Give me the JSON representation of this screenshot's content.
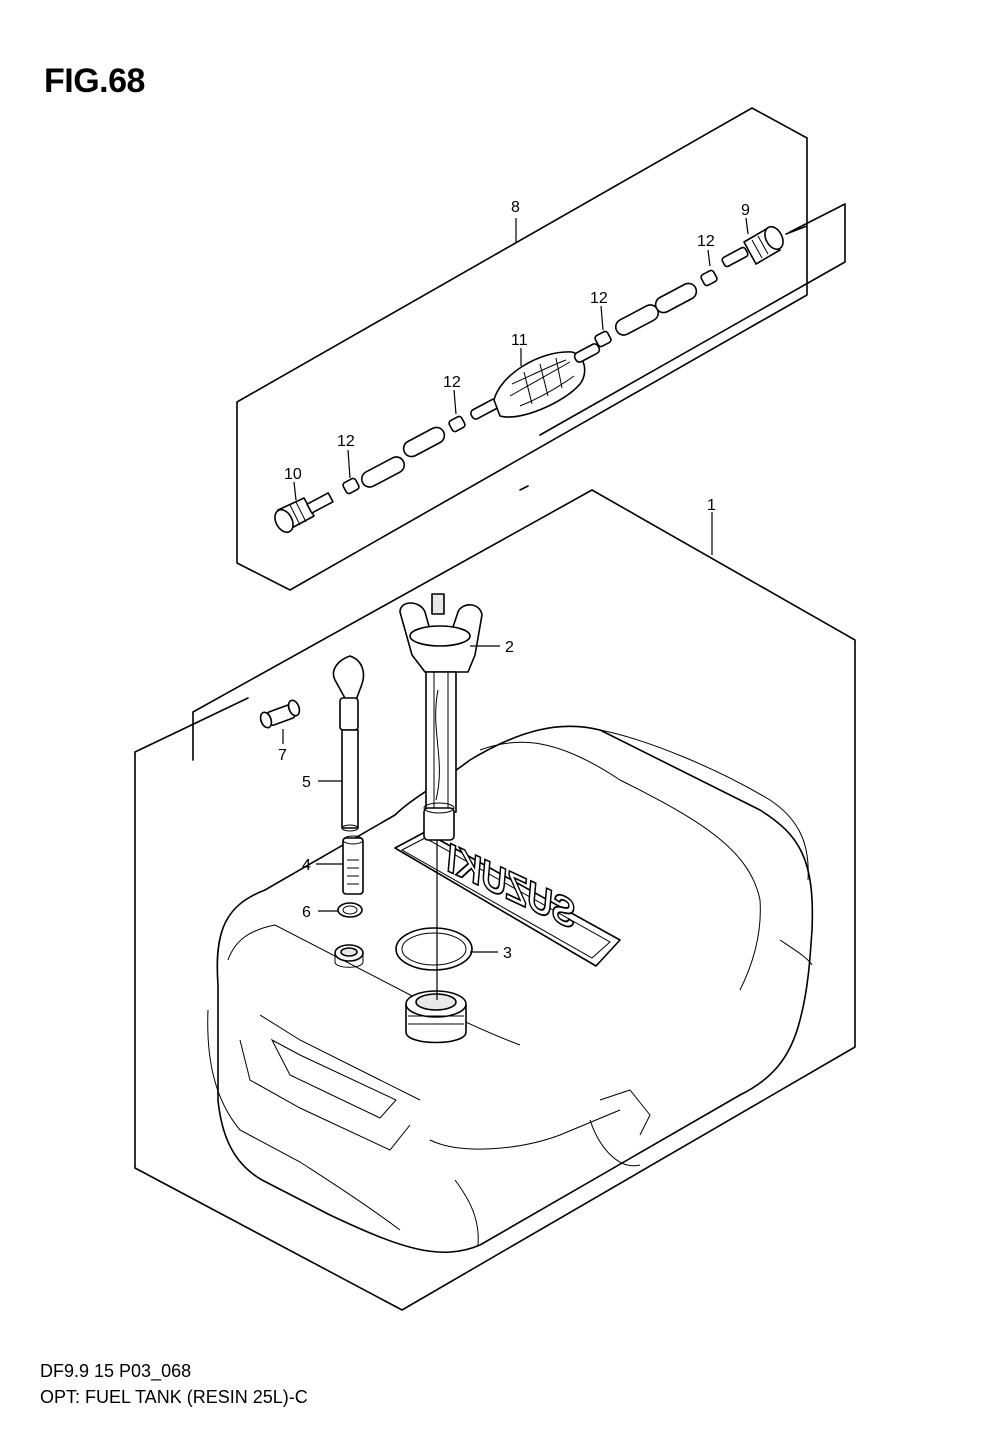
{
  "figure": {
    "title": "FIG.68",
    "footer_code": "DF9.9 15 P03_068",
    "footer_description": "OPT: FUEL TANK (RESIN 25L)-C",
    "tank_brand": "SUZUKI"
  },
  "callouts": {
    "c1": "1",
    "c2": "2",
    "c3": "3",
    "c4": "4",
    "c5": "5",
    "c6": "6",
    "c7": "7",
    "c8": "8",
    "c9": "9",
    "c10": "10",
    "c11": "11",
    "c12a": "12",
    "c12b": "12",
    "c12c": "12",
    "c12d": "12"
  }
}
